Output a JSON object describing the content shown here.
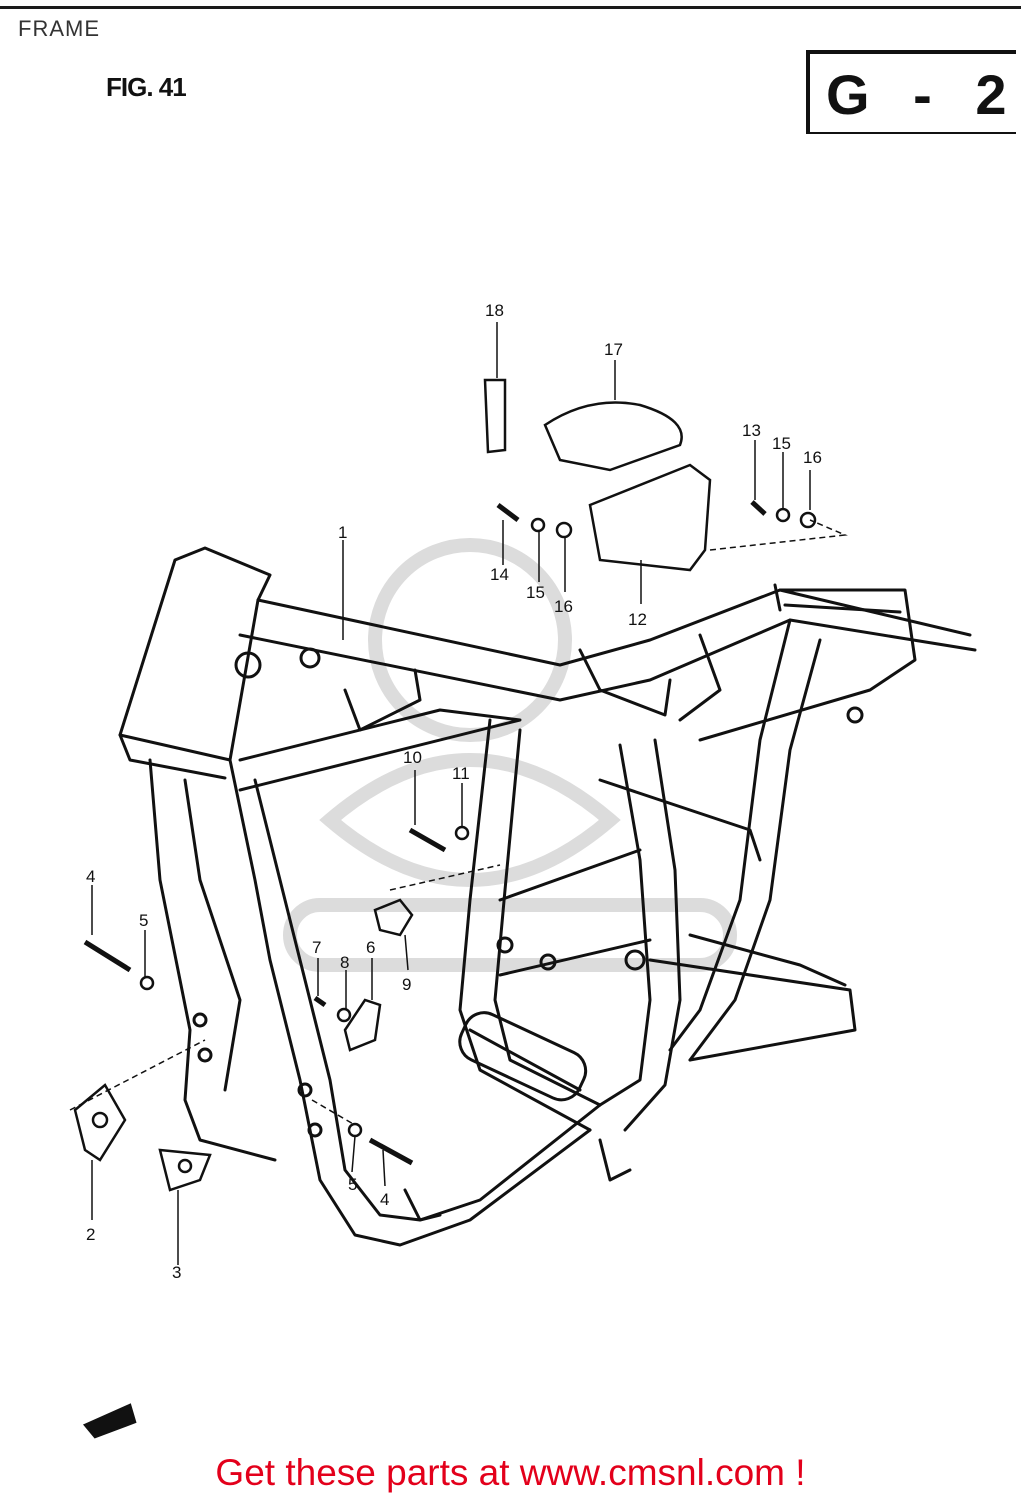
{
  "header": {
    "section_title": "FRAME",
    "figure_label": "FIG. 41",
    "group_code": "G - 2"
  },
  "callouts": [
    {
      "id": "c1",
      "text": "1"
    },
    {
      "id": "c2",
      "text": "2"
    },
    {
      "id": "c3",
      "text": "3"
    },
    {
      "id": "c4a",
      "text": "4"
    },
    {
      "id": "c4b",
      "text": "4"
    },
    {
      "id": "c5a",
      "text": "5"
    },
    {
      "id": "c5b",
      "text": "5"
    },
    {
      "id": "c6",
      "text": "6"
    },
    {
      "id": "c7",
      "text": "7"
    },
    {
      "id": "c8",
      "text": "8"
    },
    {
      "id": "c9",
      "text": "9"
    },
    {
      "id": "c10",
      "text": "10"
    },
    {
      "id": "c11",
      "text": "11"
    },
    {
      "id": "c12",
      "text": "12"
    },
    {
      "id": "c13",
      "text": "13"
    },
    {
      "id": "c14",
      "text": "14"
    },
    {
      "id": "c15a",
      "text": "15"
    },
    {
      "id": "c15b",
      "text": "15"
    },
    {
      "id": "c16a",
      "text": "16"
    },
    {
      "id": "c16b",
      "text": "16"
    },
    {
      "id": "c17",
      "text": "17"
    },
    {
      "id": "c18",
      "text": "18"
    }
  ],
  "footer": {
    "text": "Get these parts at www.cmsnl.com !"
  },
  "colors": {
    "line": "#111111",
    "footer": "#e3001b",
    "watermark": "#d9d9d9"
  }
}
